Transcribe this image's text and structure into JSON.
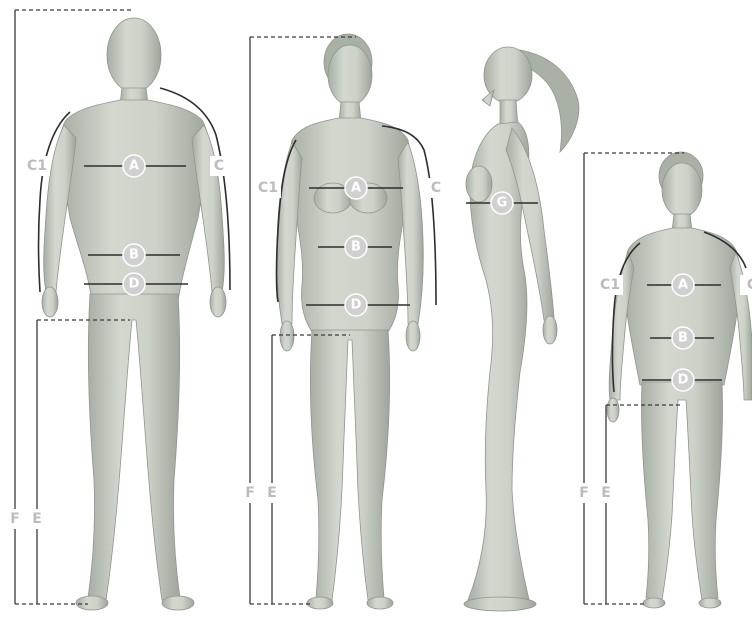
{
  "labels": {
    "a": "A",
    "b": "B",
    "c": "C",
    "c1": "C1",
    "d": "D",
    "e": "E",
    "f": "F",
    "g": "G"
  },
  "colors": {
    "skin": "#c9cec5",
    "skin_shadow": "#9aa197",
    "label_gray": "#bcbcbc",
    "line": "#3a3a3a"
  },
  "figures": [
    "male-front",
    "female-front",
    "female-side",
    "child-front"
  ]
}
